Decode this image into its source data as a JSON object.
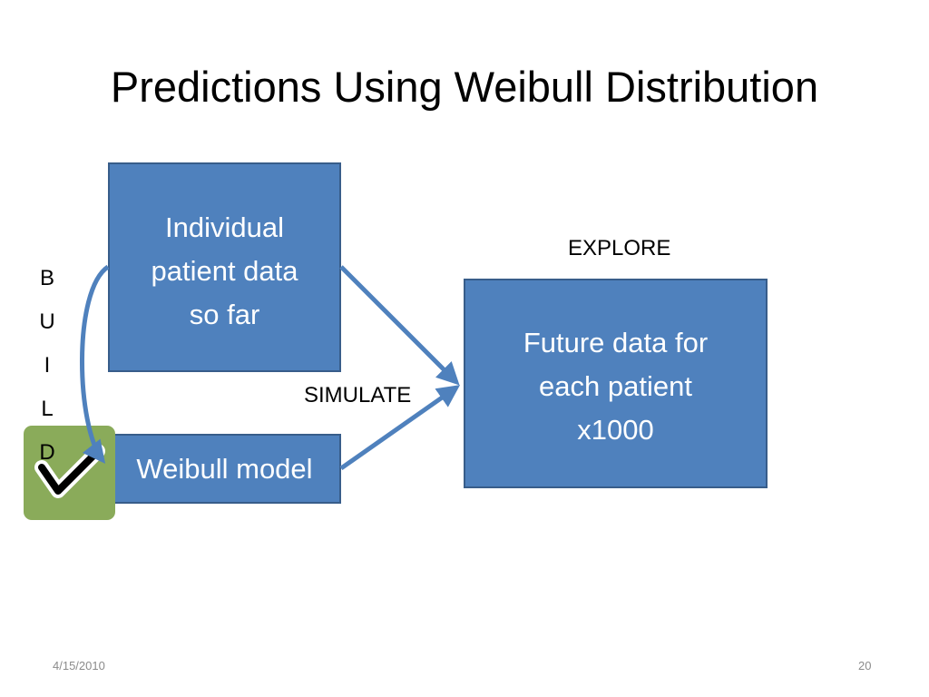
{
  "slide": {
    "title": "Predictions Using Weibull Distribution",
    "boxes": {
      "individual": [
        "Individual",
        "patient data",
        "so far"
      ],
      "weibull": "Weibull model",
      "future": [
        "Future data for",
        "each patient",
        "x1000"
      ]
    },
    "labels": {
      "explore": "EXPLORE",
      "simulate": "SIMULATE"
    },
    "build_letters": [
      "B",
      "U",
      "I",
      "L",
      "D"
    ],
    "footer": {
      "date": "4/15/2010",
      "page": "20"
    },
    "colors": {
      "box_fill": "#4f81bd",
      "box_border": "#385d8a",
      "badge": "#8aab5a",
      "arrow": "#4f81bd"
    },
    "icons": [
      "checkmark-icon"
    ]
  }
}
